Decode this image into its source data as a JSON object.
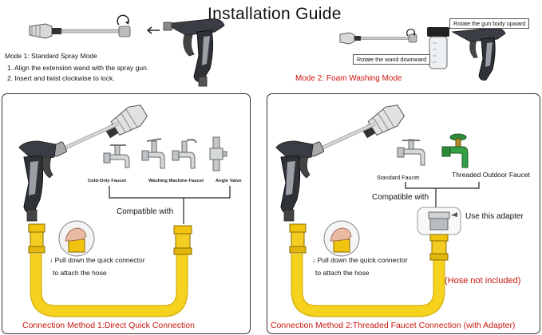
{
  "title": "Installation Guide",
  "mode1": {
    "heading": "Mode 1: Standard Spray Mode",
    "step1": "1. Align the extension wand with the spray gun.",
    "step2": "2. Insert and twist clockwise to lock."
  },
  "mode2": {
    "heading": "Mode 2: Foam Washing Mode",
    "label_gun": "Rotate the gun body upward",
    "label_wand": "Rotate the wand downward"
  },
  "panel_left": {
    "faucets": [
      "Cold-Only Faucet",
      "Washing Machine Faucet",
      "Angle Valve"
    ],
    "compatible": "Compatible with",
    "pull_line1": "↓ Pull down the quick connector",
    "pull_line2": "to attach the hose",
    "caption": "Connection Method 1:Direct Quick Connection"
  },
  "panel_right": {
    "faucets": [
      "Standard Faucet",
      "Threaded Outdoor Faucet"
    ],
    "compatible": "Compatible with",
    "adapter": "Use this adapter",
    "pull_line1": "↓ Pull down the quick connector",
    "pull_line2": "to attach the hose",
    "hose_note": "(Hose not included)",
    "caption": "Connection Method 2:Threaded Faucet Connection (with Adapter)"
  },
  "colors": {
    "accent_red": "#d0140e",
    "hose_yellow": "#f6d21f",
    "connector_yellow": "#f0c40e",
    "gun_dark": "#2f3338",
    "green_faucet": "#2e8b3a"
  },
  "icons": [
    "spray-gun-icon",
    "extension-wand-icon",
    "foam-bottle-icon",
    "faucet-icon",
    "angle-valve-icon",
    "quick-connector-icon",
    "adapter-icon",
    "hand-icon",
    "rotate-arrow-icon"
  ]
}
